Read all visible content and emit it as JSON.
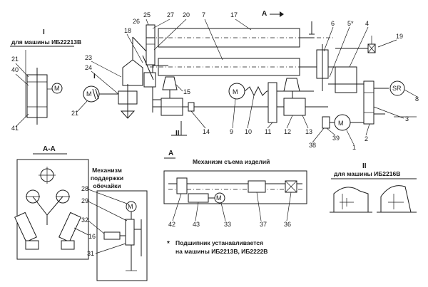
{
  "labels": {
    "l1": "1",
    "l2": "2",
    "l3": "3",
    "l4": "4",
    "l5": "5*",
    "l6": "6",
    "l7": "7",
    "l8": "8",
    "l9": "9",
    "l10": "10",
    "l11": "11",
    "l12": "12",
    "l13": "13",
    "l14": "14",
    "l15": "15",
    "l16": "16",
    "l17": "17",
    "l18": "18",
    "l19": "19",
    "l20": "20",
    "l21a": "21",
    "l21b": "21",
    "l23": "23",
    "l24": "24",
    "l25": "25",
    "l26": "26",
    "l27": "27",
    "l28": "28",
    "l29": "29",
    "l31": "31",
    "l32": "32",
    "l33": "33",
    "l36": "36",
    "l37": "37",
    "l38": "38",
    "l39": "39",
    "l40": "40",
    "l41": "41",
    "l42": "42",
    "l43": "43"
  },
  "symbols": {
    "motor": "M",
    "sr": "SR",
    "roman1": "I",
    "roman2": "II",
    "section_a": "A"
  },
  "captions": {
    "inset1_roman": "I",
    "inset1_title": "для машины ИБ22213В",
    "inset2_roman": "II",
    "inset2_title": "для машины ИБ2216В",
    "section_aa": "A-A",
    "support_title": "Механизм поддержки обечайки",
    "support_l1": "Механизм",
    "support_l2": "поддержки",
    "support_l3": "обечайки",
    "removal_a": "A",
    "removal_title": "Механизм съема изделий",
    "footnote_mark": "*",
    "footnote_l1": "Подшипник устанавливается",
    "footnote_l2": "на машины ИБ2213В, ИБ2222В"
  }
}
